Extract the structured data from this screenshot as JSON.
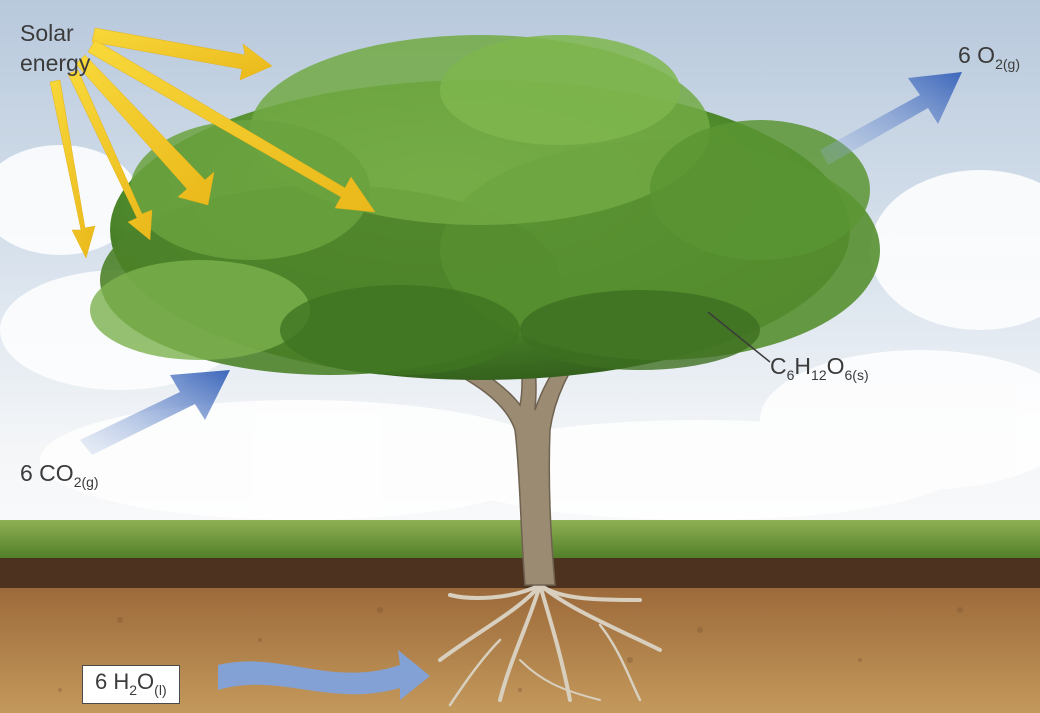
{
  "labels": {
    "solar_line1": "Solar",
    "solar_line2": "energy",
    "o2_coef": "6 O",
    "o2_sub": "2(g)",
    "co2_coef": "6 CO",
    "co2_sub": "2(g)",
    "glucose_c": "C",
    "glucose_c_sub": "6",
    "glucose_h": "H",
    "glucose_h_sub": "12",
    "glucose_o": "O",
    "glucose_o_sub": "6(s)",
    "water_coef": "6 H",
    "water_sub1": "2",
    "water_o": "O",
    "water_sub2": "(l)"
  },
  "colors": {
    "sun_arrows": "#f2c61c",
    "gas_arrows": "#4a72c0",
    "water_arrow": "#7fa2dc",
    "sky": "#c9d7e8",
    "grass": "#5f8f2e",
    "topsoil": "#5a3a22",
    "soil": "#b98a4e",
    "foliage": "#4f8a2c",
    "trunk": "#8b7a62"
  },
  "icons": {
    "tree": "tree-illustration",
    "sun_rays": "sun-ray-arrows"
  }
}
